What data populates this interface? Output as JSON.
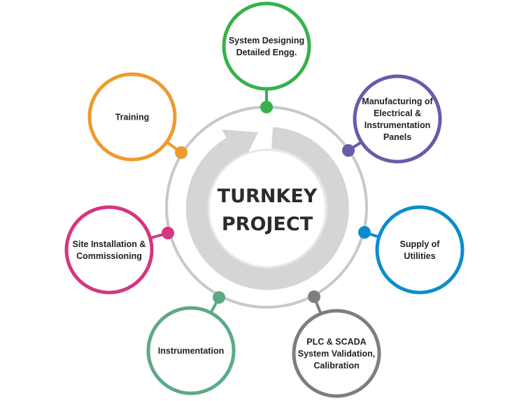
{
  "center": {
    "line1": "TURNKEY",
    "line2": "PROJECT"
  },
  "colors": {
    "ring": "#c8c8c9",
    "arrow": "#d4d5d6"
  },
  "steps": [
    {
      "lines": [
        "System Designing",
        "Detailed Engg."
      ],
      "color": "#35b24a"
    },
    {
      "lines": [
        "Manufacturing of",
        "Electrical &",
        "Instrumentation",
        "Panels"
      ],
      "color": "#6a5aa8"
    },
    {
      "lines": [
        "Supply of",
        "Utilities"
      ],
      "color": "#0a8dcc"
    },
    {
      "lines": [
        "PLC & SCADA",
        "System Validation,",
        "Calibration"
      ],
      "color": "#7d7e80"
    },
    {
      "lines": [
        "Instrumentation"
      ],
      "color": "#5ea985"
    },
    {
      "lines": [
        "Site Installation &",
        "Commissioning"
      ],
      "color": "#d6357f"
    },
    {
      "lines": [
        "Training"
      ],
      "color": "#f09a2c"
    }
  ]
}
